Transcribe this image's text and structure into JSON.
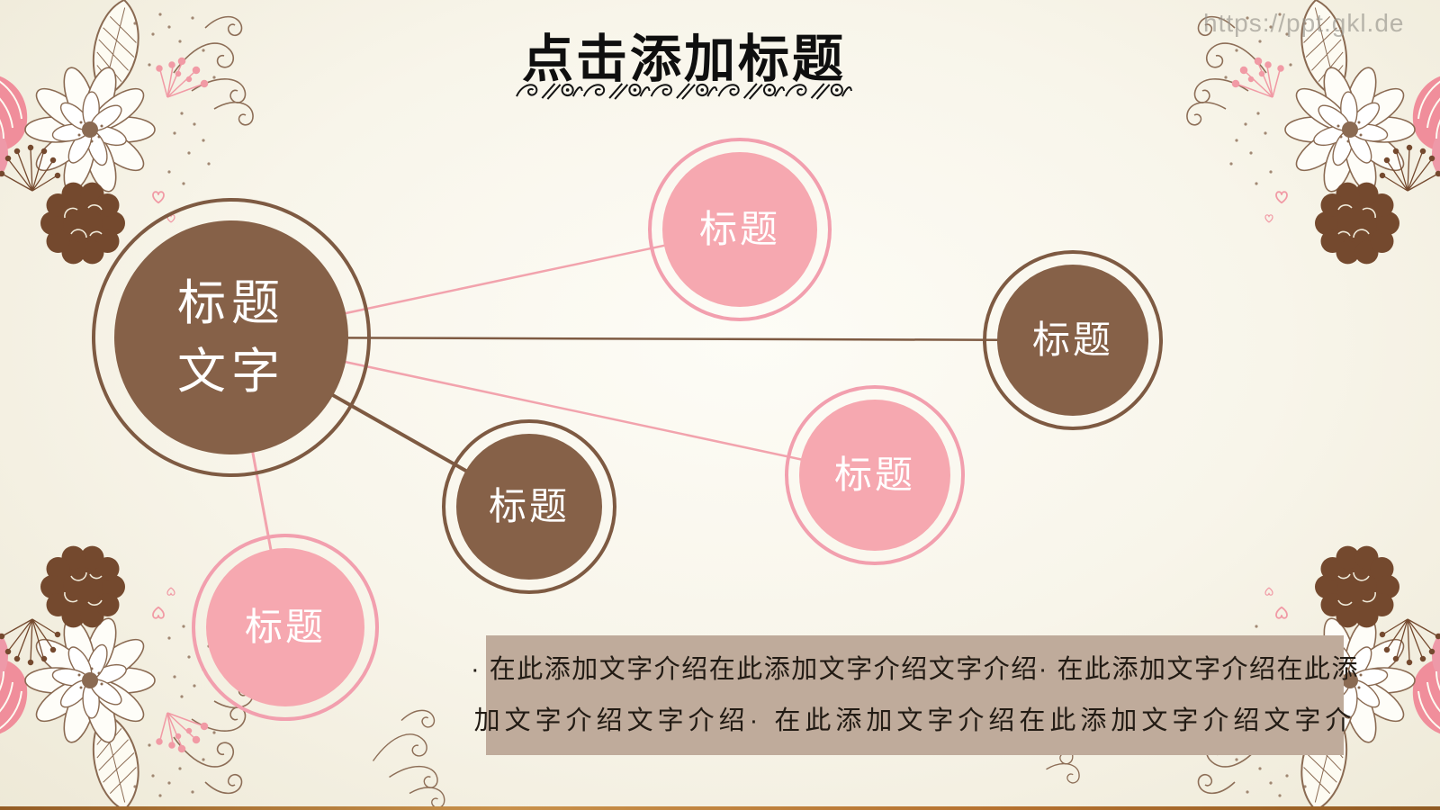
{
  "slide": {
    "title": "点击添加标题",
    "watermark": "https://ppt.gkl.de"
  },
  "diagram": {
    "center": {
      "label_line1": "标题",
      "label_line2": "文字"
    },
    "nodes": [
      {
        "id": "top-pink",
        "label": "标题",
        "color": "pink"
      },
      {
        "id": "right-brown",
        "label": "标题",
        "color": "brown"
      },
      {
        "id": "middle-pink",
        "label": "标题",
        "color": "pink"
      },
      {
        "id": "bottom-brown",
        "label": "标题",
        "color": "brown"
      },
      {
        "id": "bottom-left-pink",
        "label": "标题",
        "color": "pink"
      }
    ]
  },
  "description": {
    "lines": [
      "· 在此添加文字介绍在此添加文字介绍文字介绍· 在此添加文字介绍在此添",
      "加文字介绍文字介绍· 在此添加文字介绍在此添加文字介绍文字介"
    ]
  },
  "colors": {
    "brown_fill": "#866148",
    "brown_stroke": "#7e5a42",
    "pink_fill": "#f6a8b0",
    "pink_stroke": "#f29fae",
    "panel_background": "#bfab9b",
    "accent_bar": "#b5712e",
    "background_cream": "#f6f3e7"
  }
}
